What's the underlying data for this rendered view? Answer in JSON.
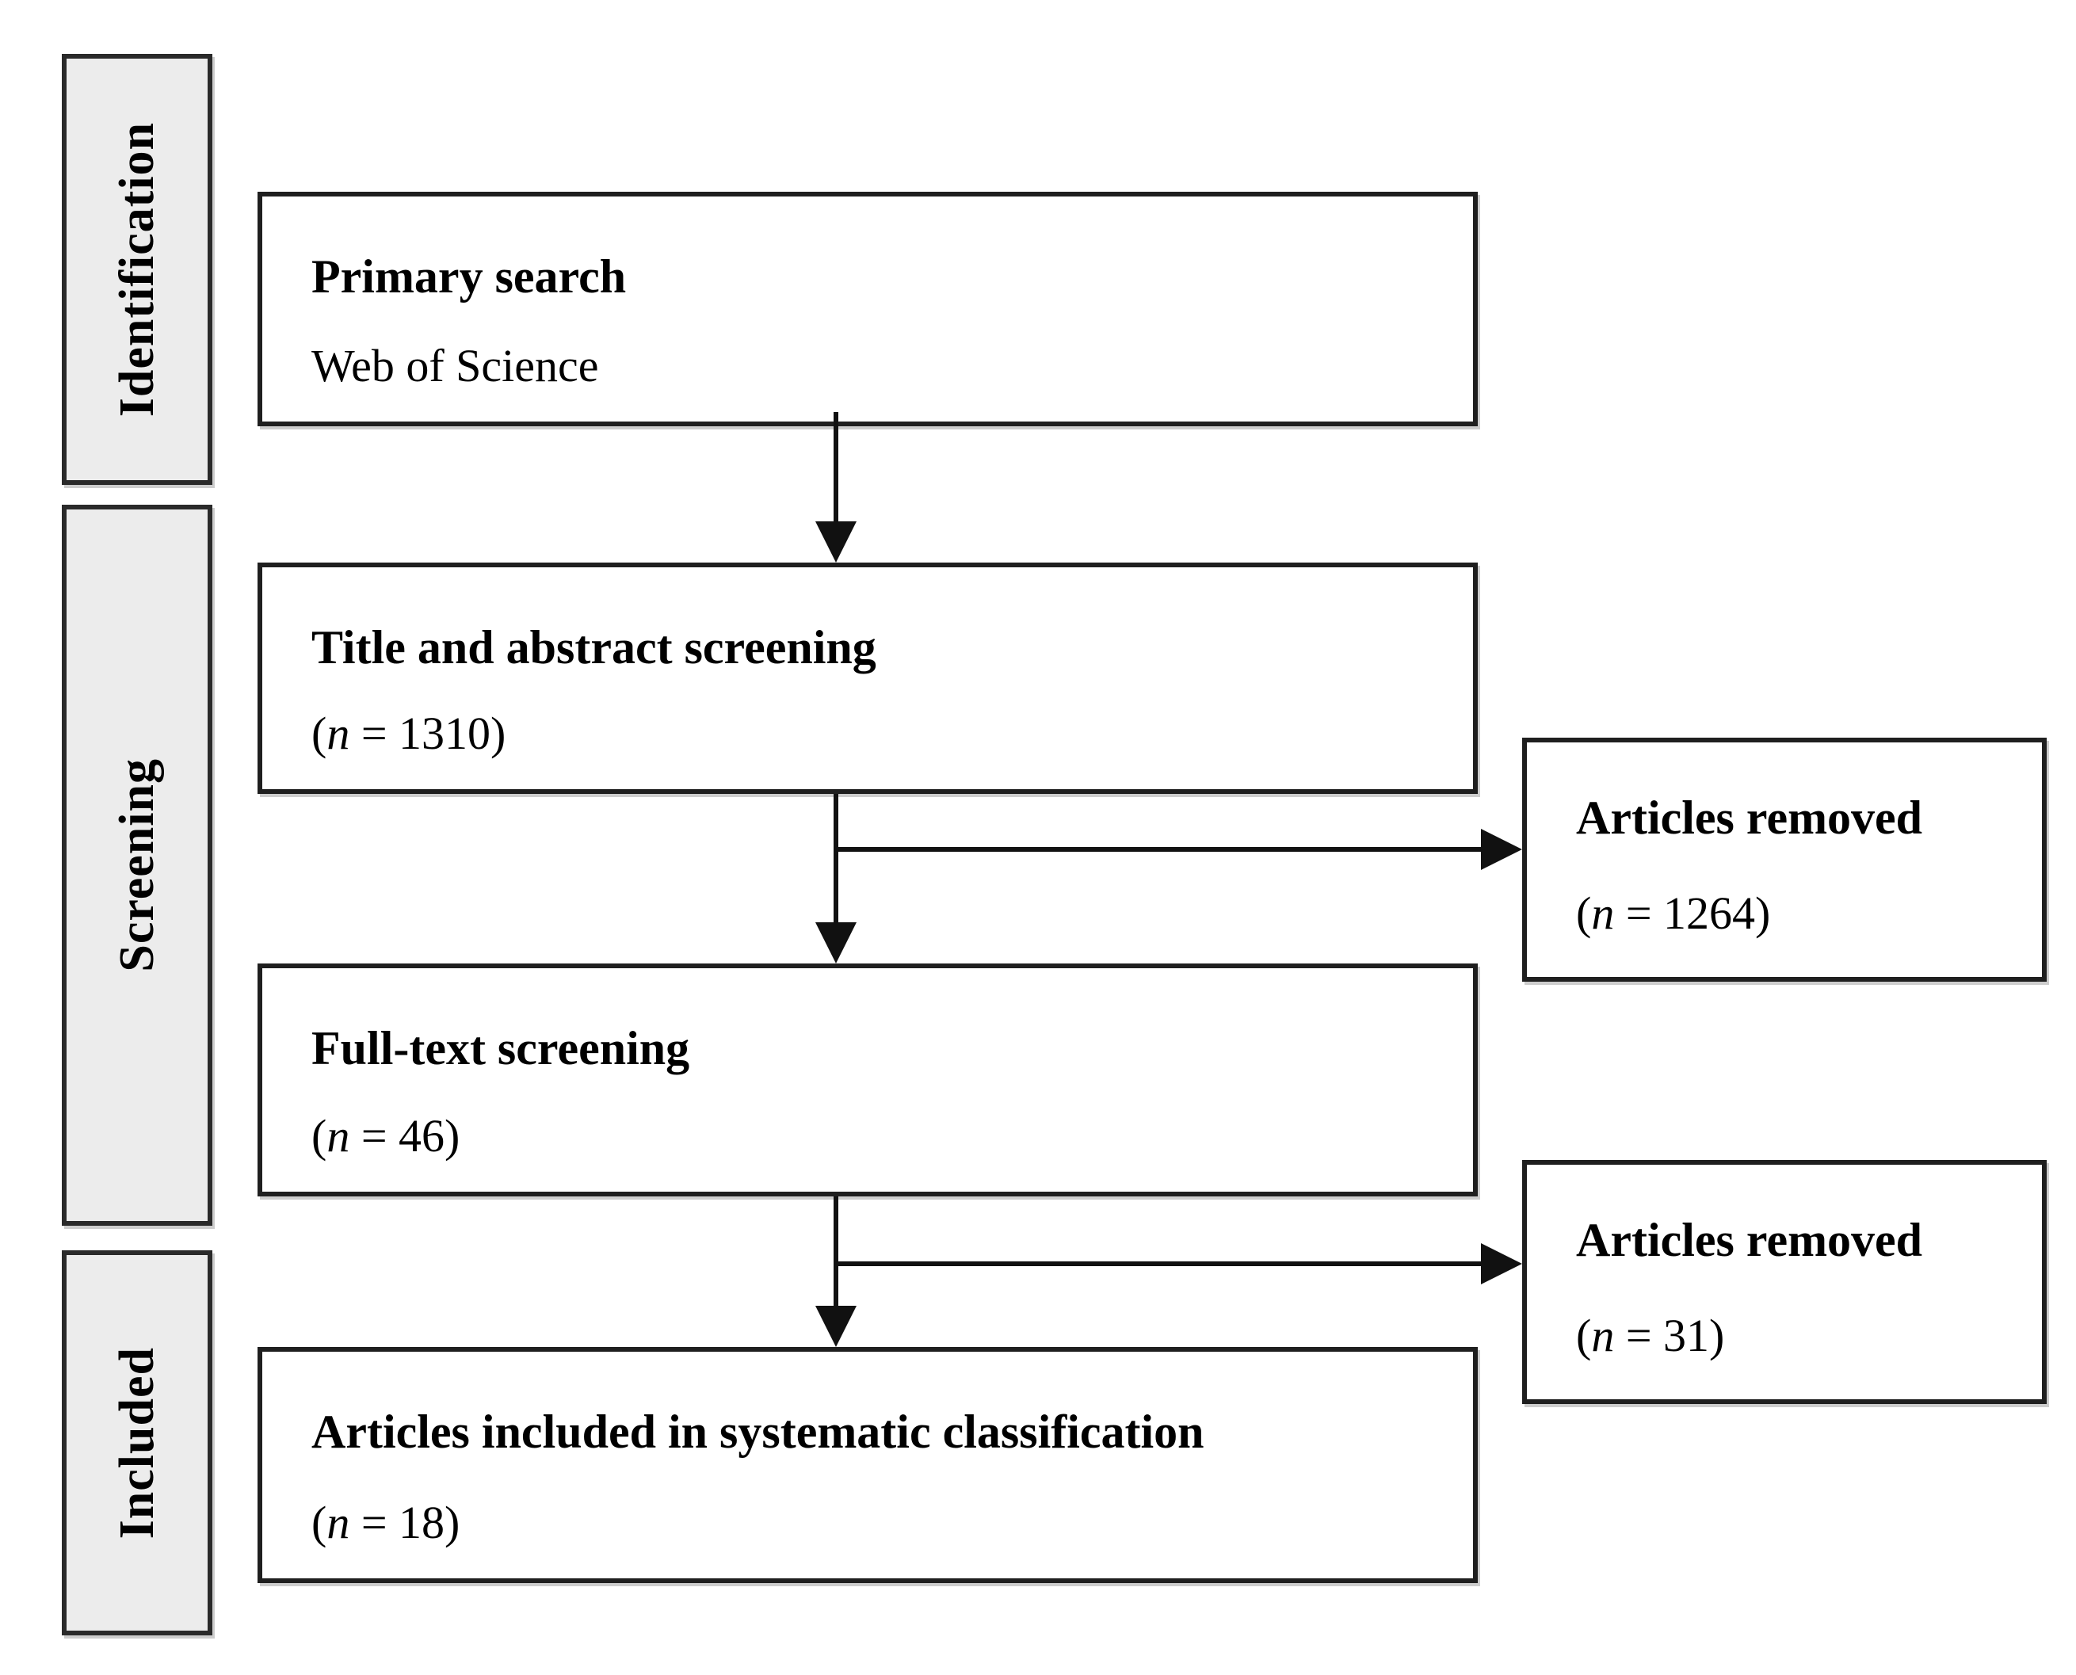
{
  "stages": [
    {
      "label": "Identification"
    },
    {
      "label": "Screening"
    },
    {
      "label": "Included"
    }
  ],
  "main_boxes": [
    {
      "title": "Primary search",
      "subtitle": "Web of Science"
    },
    {
      "title": "Title and abstract screening",
      "count": "(n = 1310)"
    },
    {
      "title": "Full-text screening",
      "count": "(n = 46)"
    },
    {
      "title": "Articles included in systematic classification",
      "count": "(n = 18)"
    }
  ],
  "side_boxes": [
    {
      "title": "Articles removed",
      "count": "(n = 1264)"
    },
    {
      "title": "Articles removed",
      "count": "(n = 31)"
    }
  ],
  "colors": {
    "background": "#ffffff",
    "stage_fill": "#ececec",
    "border": "#1f1f1f",
    "arrow": "#111111"
  }
}
